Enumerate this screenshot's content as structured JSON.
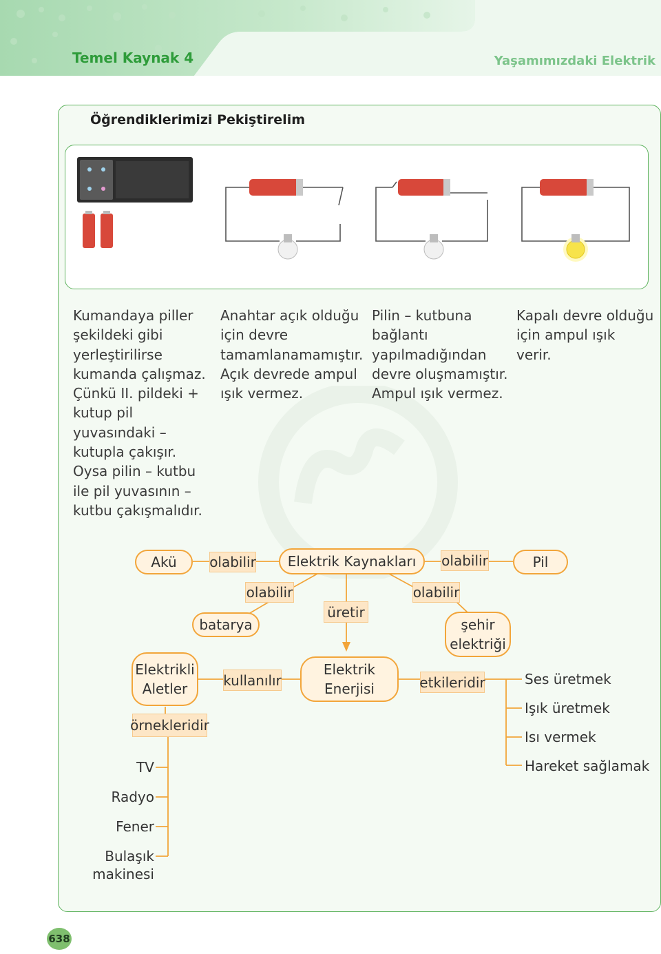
{
  "header": {
    "left_title": "Temel Kaynak 4",
    "right_title": "Yaşamımızdaki Elektrik"
  },
  "section": {
    "title": "Öğrendiklerimizi Pekiştirelim"
  },
  "explanations": [
    "Kumandaya piller şekildeki gibi yerleştirilirse kumanda çalışmaz. Çünkü II. pildeki + kutup pil yuvasındaki – kutupla çakışır. Oysa pilin – kutbu ile pil yuvasının – kutbu çakışmalıdır.",
    "Anahtar açık olduğu için devre tamamlanamamıştır. Açık devrede ampul ışık vermez.",
    "Pilin – kutbuna bağlantı yapılmadığından devre oluşmamıştır. Ampul ışık vermez.",
    "Kapalı devre olduğu için ampul ışık verir."
  ],
  "concept_map": {
    "aku": "Akü",
    "olabilir_1": "olabilir",
    "center": "Elektrik Kaynakları",
    "olabilir_2": "olabilir",
    "pil": "Pil",
    "olabilir_3": "olabilir",
    "olabilir_4": "olabilir",
    "batarya": "batarya",
    "uretir": "üretir",
    "sehir_elektrigi": "şehir elektriği",
    "elektrikli_aletler": "Elektrikli Aletler",
    "kullanilir": "kullanılır",
    "elektrik_enerjisi": "Elektrik Enerjisi",
    "etkileridir": "etkileridir",
    "ornekleridir": "örnekleridir",
    "examples": [
      "TV",
      "Radyo",
      "Fener",
      "Bulaşık makinesi"
    ],
    "effects": [
      "Ses üretmek",
      "Işık üretmek",
      "Isı vermek",
      "Hareket sağlamak"
    ]
  },
  "page_number": "638",
  "colors": {
    "header_green": "#2e9c3a",
    "panel_border": "#5fb35f",
    "node_orange": "#f2a53a",
    "label_fill": "#fde6c6"
  }
}
